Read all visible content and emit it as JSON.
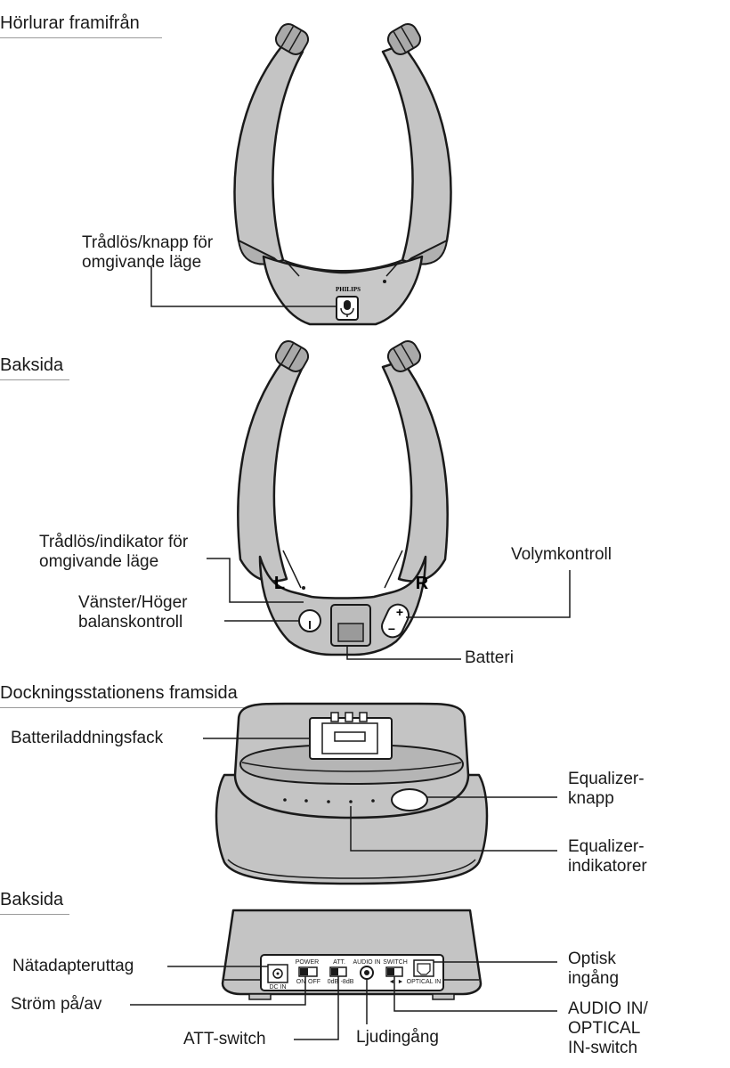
{
  "sections": {
    "front_title": "Hörlurar framifrån",
    "back_title": "Baksida",
    "dock_front_title": "Dockningsstationens framsida",
    "dock_back_title": "Baksida"
  },
  "headphone_front": {
    "brand": "PHILIPS",
    "callout_line1": "Trådlös/knapp för",
    "callout_line2": "omgivande läge"
  },
  "headphone_back": {
    "left_mark": "L",
    "right_mark": "R",
    "plus_mark": "+",
    "minus_mark": "−",
    "indicator_line1": "Trådlös/indikator för",
    "indicator_line2": "omgivande läge",
    "balance_line1": "Vänster/Höger",
    "balance_line2": "balanskontroll",
    "volume": "Volymkontroll",
    "battery": "Batteri"
  },
  "dock_front": {
    "charging_bay": "Batteriladdningsfack",
    "eq_button_line1": "Equalizer-",
    "eq_button_line2": "knapp",
    "eq_ind_line1": "Equalizer-",
    "eq_ind_line2": "indikatorer"
  },
  "dock_back": {
    "dc_in": "DC IN",
    "power": "POWER",
    "on": "ON",
    "off": "OFF",
    "att": "ATT.",
    "att_0": "0dB",
    "att_8": "-8dB",
    "audio_in": "AUDIO IN",
    "switch": "SWITCH",
    "optical_in": "OPTICAL IN",
    "adapter_label": "Nätadapteruttag",
    "power_label": "Ström på/av",
    "att_label": "ATT-switch",
    "audio_label": "Ljudingång",
    "optical_line1": "Optisk",
    "optical_line2": "ingång",
    "switch_line1": "AUDIO IN/",
    "switch_line2": "OPTICAL",
    "switch_line3": "IN-switch"
  },
  "colors": {
    "body_gray": "#c4c4c4",
    "dark_gray": "#8f8f8f",
    "line": "#1a1a1a"
  }
}
